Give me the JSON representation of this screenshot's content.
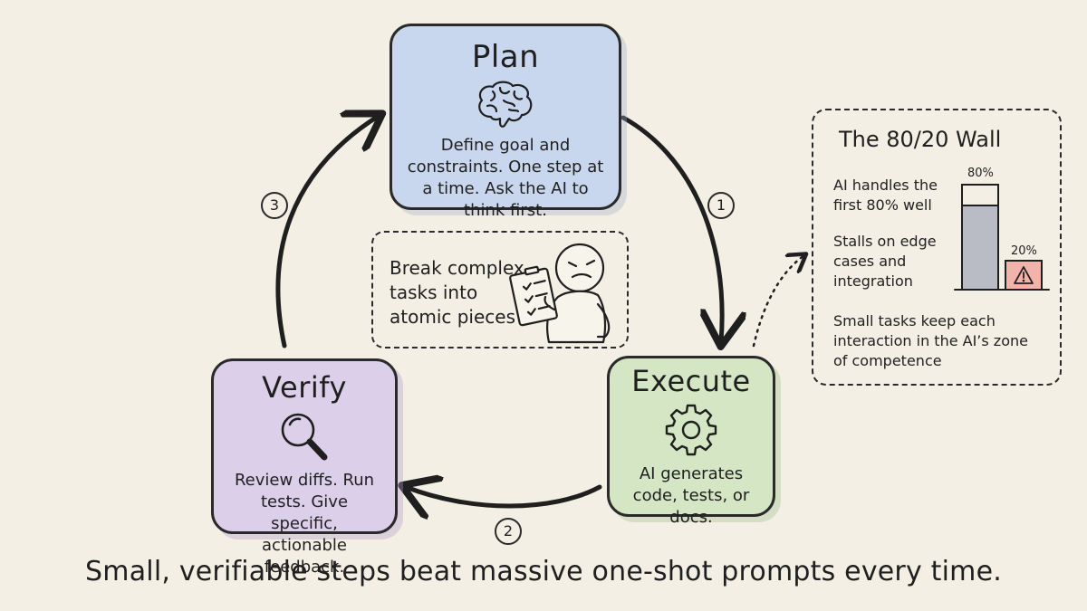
{
  "cycle": {
    "plan": {
      "title": "Plan",
      "description": "Define goal and constraints. One step at a time. Ask the AI to think first.",
      "icon": "brain-icon",
      "color": "#c9d7ee"
    },
    "execute": {
      "title": "Execute",
      "description": "AI generates code, tests, or docs.",
      "icon": "gear-icon",
      "color": "#d4e6c4"
    },
    "verify": {
      "title": "Verify",
      "description": "Review diffs. Run tests. Give specific, actionable feedback.",
      "icon": "magnifier-icon",
      "color": "#dccfea"
    },
    "steps": [
      "1",
      "2",
      "3"
    ]
  },
  "tip": {
    "text": "Break complex\ntasks into\natomic pieces",
    "icon": "person-with-checklist-icon"
  },
  "wall": {
    "title": "The 80/20 Wall",
    "point1": "AI handles the\nfirst 80% well",
    "point2": "Stalls on edge\ncases and\nintegration",
    "point3": "Small tasks keep each\ninteraction in the AI’s zone\nof competence",
    "bars": [
      {
        "label": "80%",
        "fill": 0.8,
        "color": "#b9bcc4"
      },
      {
        "label": "20%",
        "fill": 0.2,
        "color": "#f2b3ab",
        "icon": "warning-icon"
      }
    ]
  },
  "tagline": "Small, verifiable steps beat massive one-shot prompts every time."
}
